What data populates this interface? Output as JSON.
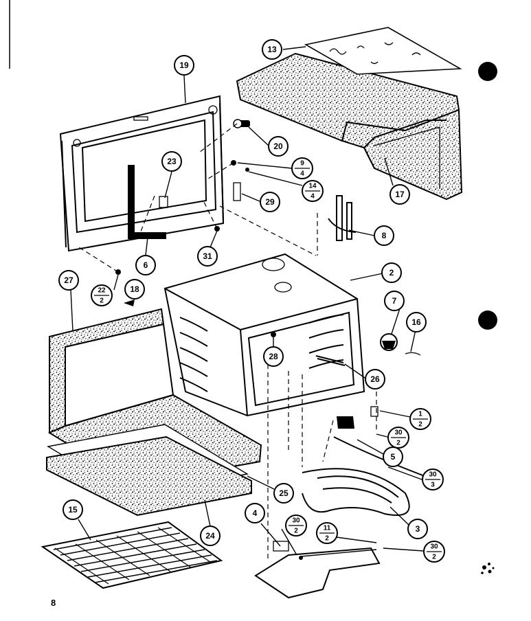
{
  "page_number": "8",
  "callouts": [
    {
      "id": "c13",
      "label": "13"
    },
    {
      "id": "c19",
      "label": "19"
    },
    {
      "id": "c20",
      "label": "20"
    },
    {
      "id": "c23",
      "label": "23"
    },
    {
      "id": "c9-4",
      "num": "9",
      "den": "4"
    },
    {
      "id": "c14-4",
      "num": "14",
      "den": "4"
    },
    {
      "id": "c29",
      "label": "29"
    },
    {
      "id": "c17",
      "label": "17"
    },
    {
      "id": "c8",
      "label": "8"
    },
    {
      "id": "c6",
      "label": "6"
    },
    {
      "id": "c31",
      "label": "31"
    },
    {
      "id": "c2",
      "label": "2"
    },
    {
      "id": "c27",
      "label": "27"
    },
    {
      "id": "c22-2",
      "num": "22",
      "den": "2"
    },
    {
      "id": "c18",
      "label": "18"
    },
    {
      "id": "c7",
      "label": "7"
    },
    {
      "id": "c16",
      "label": "16"
    },
    {
      "id": "c28",
      "label": "28"
    },
    {
      "id": "c26",
      "label": "26"
    },
    {
      "id": "c1-2",
      "num": "1",
      "den": "2"
    },
    {
      "id": "c30-2a",
      "num": "30",
      "den": "2"
    },
    {
      "id": "c5",
      "label": "5"
    },
    {
      "id": "c30-3",
      "num": "30",
      "den": "3"
    },
    {
      "id": "c25",
      "label": "25"
    },
    {
      "id": "c3",
      "label": "3"
    },
    {
      "id": "c15",
      "label": "15"
    },
    {
      "id": "c24",
      "label": "24"
    },
    {
      "id": "c4",
      "label": "4"
    },
    {
      "id": "c30-2b",
      "num": "30",
      "den": "2"
    },
    {
      "id": "c11-2",
      "num": "11",
      "den": "2"
    },
    {
      "id": "c30-2c",
      "num": "30",
      "den": "2"
    }
  ]
}
